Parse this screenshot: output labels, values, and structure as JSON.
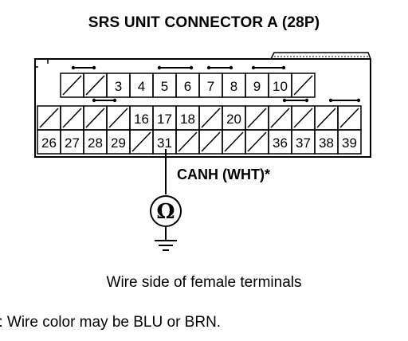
{
  "title": "SRS UNIT CONNECTOR A (28P)",
  "probe_label": "CANH (WHT)*",
  "caption": "Wire side of female terminals",
  "footnote": "r: Wire color may be BLU or BRN.",
  "meter_symbol": "Ω",
  "rows": [
    [
      "",
      "",
      "3",
      "4",
      "5",
      "6",
      "7",
      "8",
      "9",
      "10",
      ""
    ],
    [
      "",
      "",
      "",
      "",
      "16",
      "17",
      "18",
      "",
      "20",
      "",
      "",
      "",
      "",
      ""
    ],
    [
      "26",
      "27",
      "28",
      "29",
      "",
      "31",
      "",
      "",
      "",
      "",
      "36",
      "37",
      "38",
      "39"
    ]
  ]
}
